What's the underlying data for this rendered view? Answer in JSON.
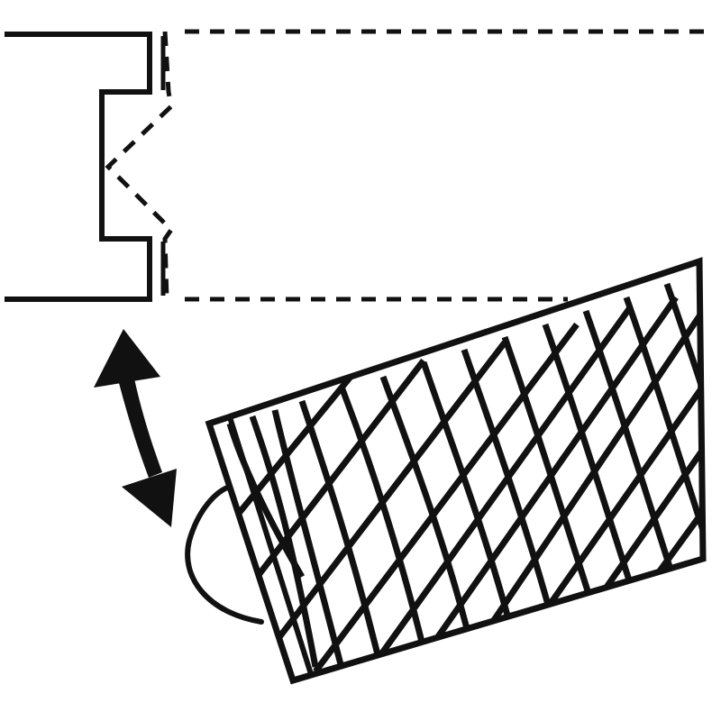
{
  "diagram": {
    "kind": "technical-illustration",
    "elements": [
      {
        "name": "workpiece-profile",
        "style": "solid"
      },
      {
        "name": "cut-path-outline",
        "style": "dashed"
      },
      {
        "name": "rotation-arrow",
        "style": "double-headed-curved"
      },
      {
        "name": "cutter-tool",
        "style": "hatched"
      }
    ],
    "colors": {
      "stroke": "#111111",
      "background": "#ffffff"
    }
  }
}
